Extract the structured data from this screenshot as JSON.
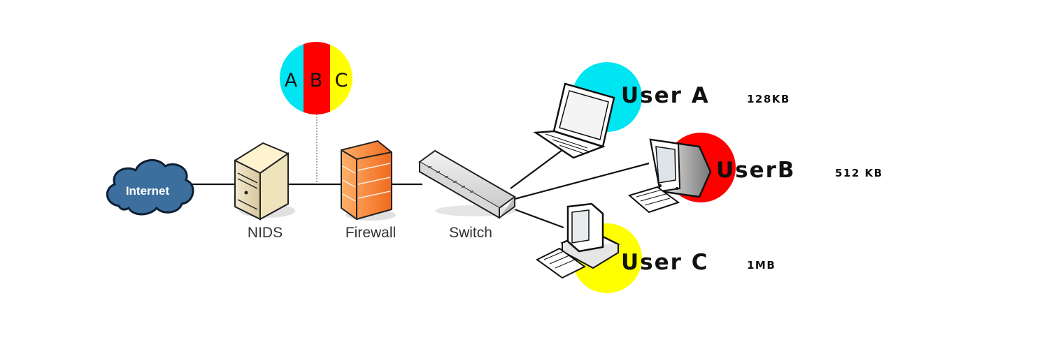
{
  "nodes": {
    "internet": "Internet",
    "nids": "NIDS",
    "firewall": "Firewall",
    "switch": "Switch"
  },
  "queue_segments": [
    "A",
    "B",
    "C"
  ],
  "users": [
    {
      "label": "User A",
      "size": "128KB"
    },
    {
      "label": "UserB",
      "size": "512 KB"
    },
    {
      "label": "User C",
      "size": "1MB"
    }
  ],
  "colors": {
    "user_a": "#00e5f2",
    "user_b": "#ff0000",
    "user_c": "#ffff00",
    "cloud": "#3d6f9e"
  }
}
